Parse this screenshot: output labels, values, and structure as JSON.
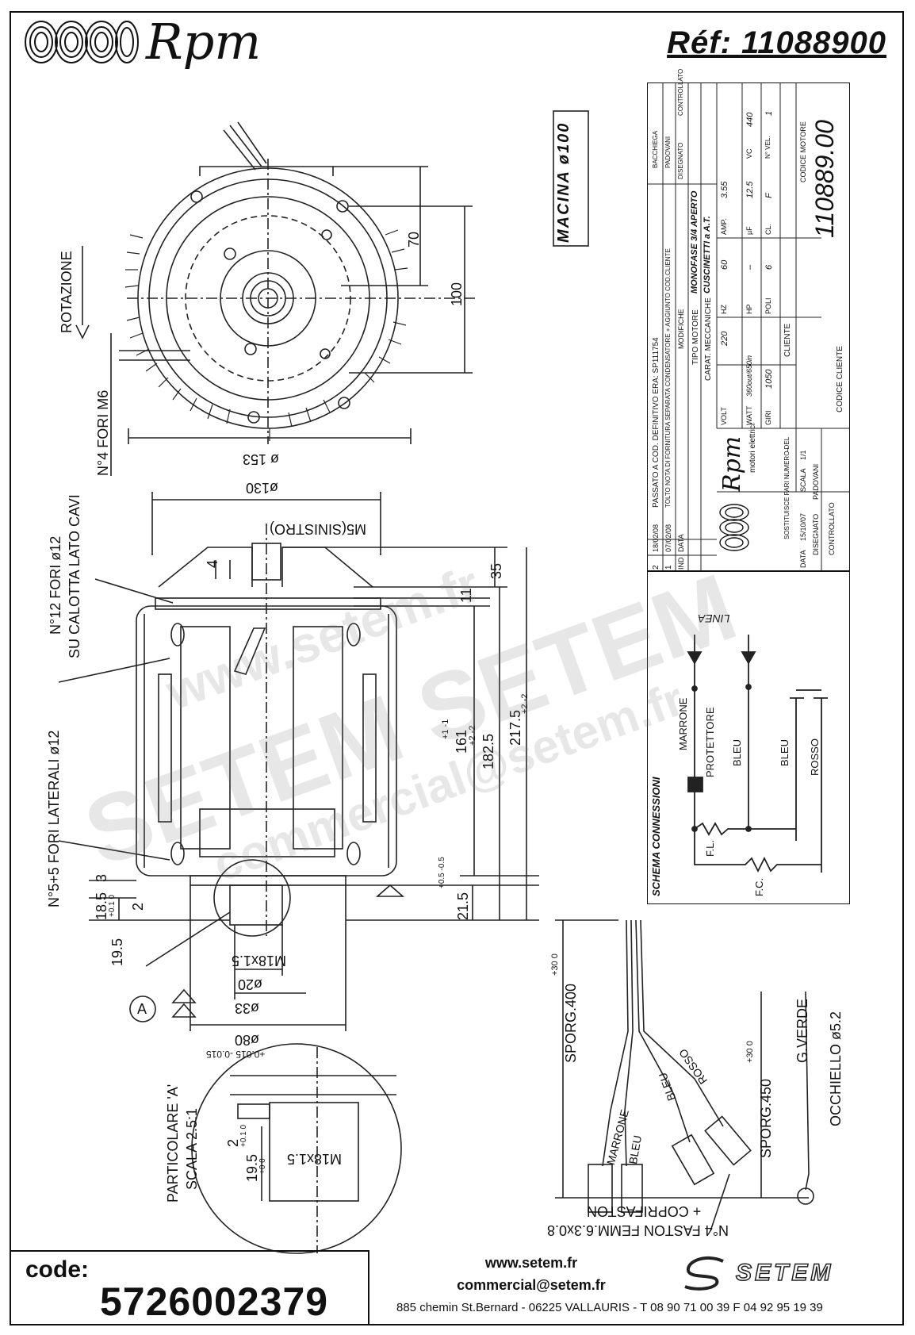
{
  "header": {
    "brand": "Rpm",
    "ref": "Réf:  11088900"
  },
  "top_view": {
    "macina": "MACINA ø100",
    "rotazione": "ROTAZIONE",
    "fori_m6": "N°4 FORI M6",
    "dim_70": "70",
    "dim_100": "100",
    "dim_153": "ø 153"
  },
  "side_view": {
    "dim_130": "ø130",
    "m5": "M5(SINISTRO)",
    "dim_4": "4",
    "dim_35": "35",
    "dim_11": "11",
    "dim_161": "161",
    "tol_161": "+1 -1",
    "dim_182": "182.5",
    "tol_182": "+2 -2",
    "dim_217": "217.5",
    "tol_217": "+2 -2",
    "dim_21": "21.5",
    "tol_21": "+0.5 -0.5",
    "fori_12": "N°12 FORI ø12",
    "calotta": "SU CALOTTA LATO CAVI",
    "laterali": "N°5+5 FORI LATERALI ø12",
    "dim_3": "3",
    "dim_18": "18.5",
    "tol_18": "+0.1 0",
    "dim_2": "2",
    "dim_19": "19.5",
    "m18": "M18x1.5",
    "dim_20": "ø20",
    "dim_33": "ø33",
    "dim_80": "ø80",
    "tol_80": "+0.015 -0.015",
    "detail_a": "A"
  },
  "detail": {
    "title": "PARTICOLARE 'A'",
    "scale": "SCALA 2.5:1",
    "dim_2": "2",
    "tol_2": "+0.1 0",
    "dim_19": "19.5",
    "tol_19": "+0 0",
    "m18": "M18x1.5"
  },
  "title_block": {
    "rev_rows": [
      {
        "n": "2",
        "date": "18/02/08",
        "text": "PASSATO A COD. DEFINITIVO ERA: SP111754",
        "a": "BACCHIEGA"
      },
      {
        "n": "1",
        "date": "07/02/08",
        "text": "TOLTO NOTA DI FORNITURA SEPARATA CONDENSATORE + AGGIUNTO COD.CLIENTE",
        "a": "PADOVANI"
      },
      {
        "n": "IND",
        "date": "DATA",
        "text": "MODIFICHE",
        "a": "DISEGNATO"
      }
    ],
    "controllato": "CONTROLLATO",
    "tipo_label": "TIPO MOTORE",
    "tipo": "MONOFASE 3/4 APERTO",
    "carat_label": "CARAT. MECCANICHE",
    "carat": "CUSCINETTI a A.T.",
    "volt_label": "VOLT",
    "volt": "220",
    "hz_label": "HZ",
    "hz": "60",
    "amp_label": "AMP.",
    "amp": "3.55",
    "watt_label": "WATT",
    "watt": "360out/650in",
    "hp_label": "HP",
    "hp": "–",
    "uf_label": "µF",
    "uf": "12.5",
    "vc_label": "VC",
    "vc": "440",
    "giri_label": "GIRI",
    "giri": "1050",
    "poli_label": "POLI",
    "poli": "6",
    "cl_label": "CL.",
    "cl": "F",
    "nvel_label": "N° VEL.",
    "nvel": "1",
    "cliente_label": "CLIENTE",
    "codice_motore_label": "CODICE MOTORE",
    "codice_motore": "110889.00",
    "codice_cliente_label": "CODICE CLIENTE",
    "logo_text": "Rpm",
    "logo_sub": "motori elettrici",
    "sostituisce": "SOSTITUISCE PARI NUMERO DEL",
    "sost_dash": "–",
    "data_label": "DATA",
    "data": "15/10/07",
    "scala_label": "SCALA",
    "scala": "1/1",
    "disegnato_label": "DISEGNATO",
    "disegnato": "PADOVANI",
    "controllato_label": "CONTROLLATO"
  },
  "schema": {
    "title": "SCHEMA CONNESSIONI",
    "linea": "LINEA",
    "marrone": "MARRONE",
    "protettore": "PROTETTORE",
    "bleu1": "BLEU",
    "bleu2": "BLEU",
    "rosso": "ROSSO",
    "fl": "F.L.",
    "fc": "F.C."
  },
  "cables": {
    "sporg400": "SPORG.400",
    "tol400": "+30 0",
    "sporg450": "SPORG.450",
    "tol450": "+30 0",
    "marrone": "MARRONE",
    "bleu1": "BLEU",
    "bleu2": "BLEU",
    "rosso": "ROSSO",
    "gverde": "G.VERDE",
    "occhiello": "OCCHIELLO ø5.2",
    "faston": "N°4 FASTON FEMM.6.3x0.8",
    "coprifaston": "+ COPRIFASTON"
  },
  "watermark": {
    "line1": "www.setem.fr",
    "line2": "SETEM SETEM",
    "line3": "commercial@setem.fr"
  },
  "footer": {
    "code_label": "code:",
    "code": "5726002379",
    "web": "www.setem.fr",
    "email": "commercial@setem.fr",
    "address": "885 chemin St.Bernard  -  06225 VALLAURIS  -  T 08 90 71 00 39   F 04 92 95 19 39",
    "setem_logo": "SETEM"
  }
}
